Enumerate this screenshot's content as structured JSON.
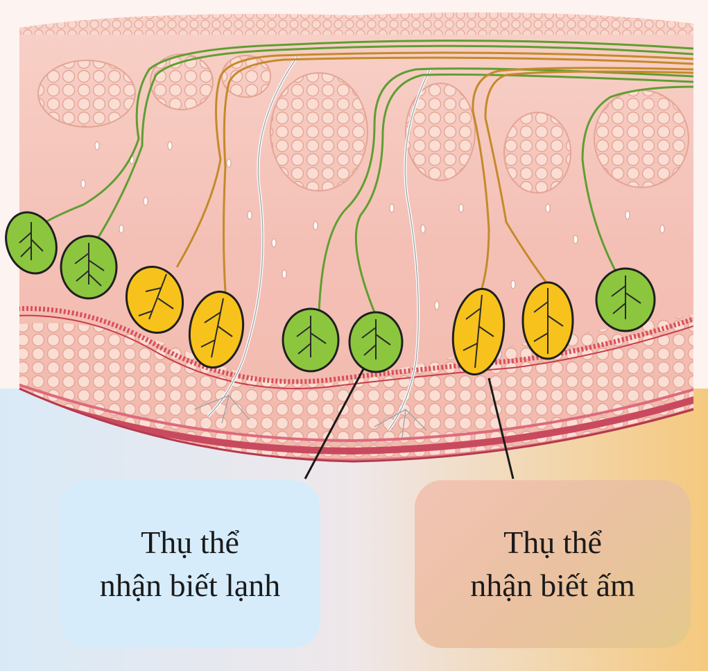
{
  "labels": {
    "cold": {
      "line1": "Thụ thể",
      "line2": "nhận biết lạnh"
    },
    "warm": {
      "line1": "Thụ thể",
      "line2": "nhận biết ấm"
    }
  },
  "colors": {
    "cold_receptor": "#8cc63f",
    "warm_receptor": "#f7c21b",
    "cold_nerve": "#6aa83a",
    "warm_nerve": "#c98a2e",
    "skin": "#f6c8c0",
    "cold_box": "#d6ecfb",
    "warm_box": "#efc2a6"
  }
}
